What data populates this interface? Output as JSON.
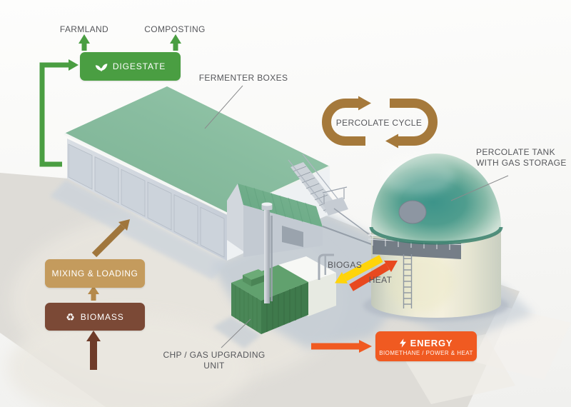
{
  "labels": {
    "farmland": "FARMLAND",
    "composting": "COMPOSTING",
    "fermenter_boxes": "FERMENTER BOXES",
    "percolate_cycle": "PERCOLATE CYCLE",
    "percolate_tank": {
      "line1": "PERCOLATE TANK",
      "line2": "WITH GAS STORAGE"
    },
    "biogas": "BIOGAS",
    "heat": "HEAT",
    "chp_unit": {
      "line1": "CHP / GAS UPGRADING",
      "line2": "UNIT"
    }
  },
  "nodes": {
    "digestate": {
      "label": "DIGESTATE",
      "icon": "seedling-icon",
      "color": "#4a9e42"
    },
    "mixing_loading": {
      "label": "MIXING & LOADING",
      "color": "#c49b5d"
    },
    "biomass": {
      "label": "BIOMASS",
      "icon": "recycle-icon",
      "color": "#7b4936"
    },
    "energy": {
      "label": "ENERGY",
      "sublabel": "BIOMETHANE / POWER & HEAT",
      "icon": "bolt-icon",
      "color": "#f05a21"
    }
  },
  "colors": {
    "digestate_green": "#4a9e42",
    "percolate_brown": "#a5793b",
    "mixing_tan": "#c49b5d",
    "feed_arrow_brown": "#a0763c",
    "biomass_brown": "#7b4936",
    "input_arrow_dark_brown": "#6e3b29",
    "biogas_yellow": "#ffd40a",
    "heat_orange": "#e8491f",
    "energy_orange": "#f05a21",
    "label_gray": "#55565a",
    "roof_green": "#87bc9f",
    "dome_teal": "#43988d"
  }
}
